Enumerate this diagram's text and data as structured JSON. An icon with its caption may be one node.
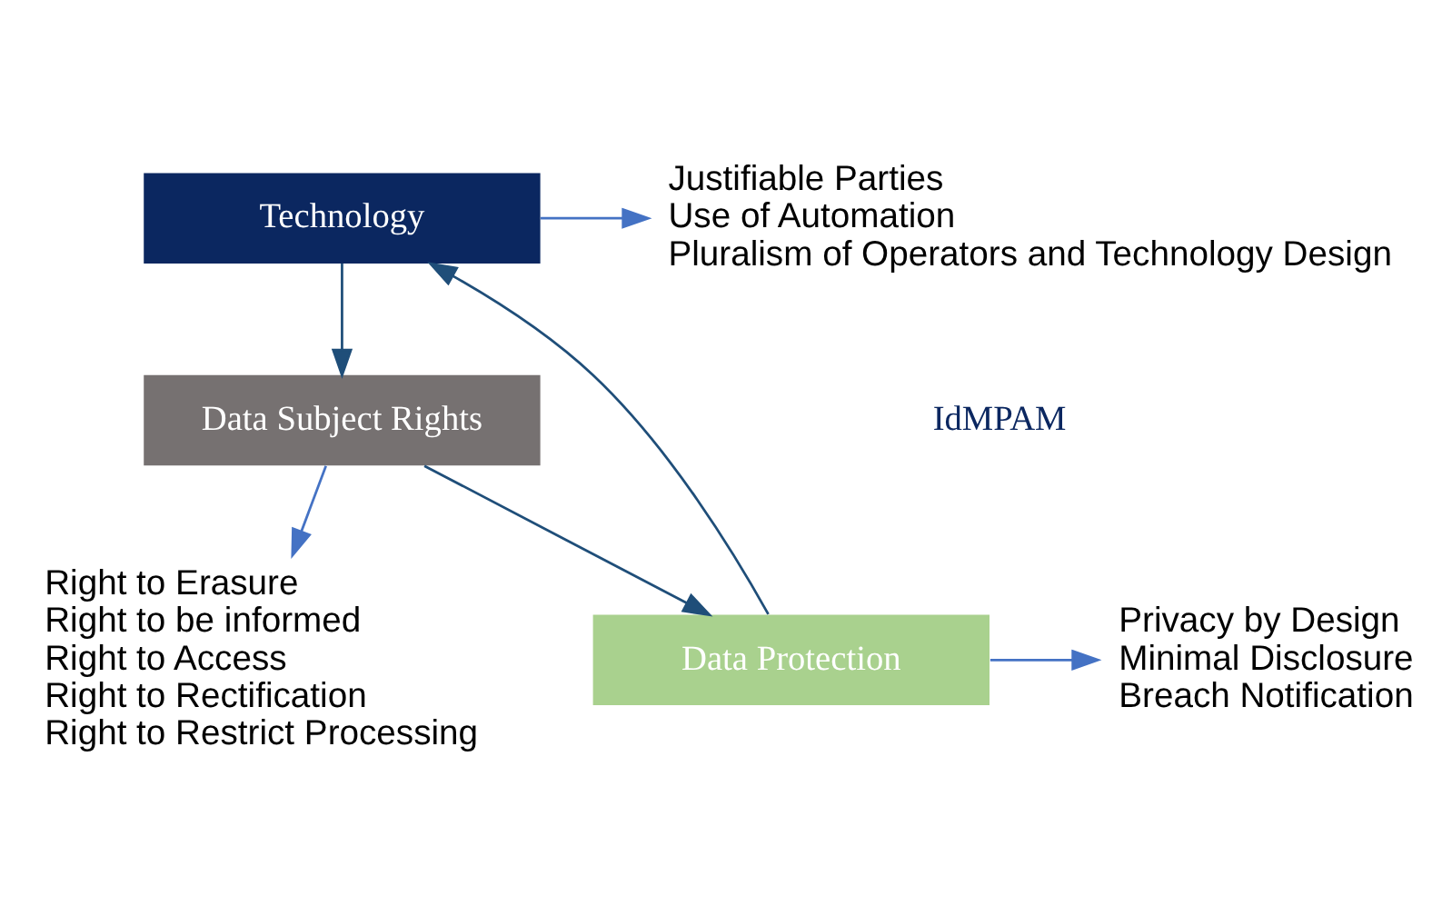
{
  "diagram": {
    "nodes": [
      {
        "text": [
          "Technology"
        ]
      },
      {
        "text": [
          "Justifiable Parties",
          "Use of Automation",
          "Pluralism of Operators and Technology Design"
        ]
      },
      {
        "text": [
          "Data Subject Rights"
        ]
      },
      {
        "text": [
          "Right to Erasure",
          "Right to be informed",
          "Right to Access",
          "Right to Rectification",
          "Right to Restrict Processing"
        ]
      },
      {
        "text": [
          "Data Protection"
        ]
      },
      {
        "text": [
          "Privacy by Design",
          "Minimal Disclosure",
          "Breach Notification"
        ]
      }
    ],
    "edges": [
      {
        "from": 0,
        "to": 1,
        "arrow": "to",
        "color": "#4472c4"
      },
      {
        "from": 0,
        "to": 2,
        "arrow": "to",
        "color": "#1f4e79"
      },
      {
        "from": 2,
        "to": 3,
        "arrow": "to",
        "color": "#4472c4"
      },
      {
        "from": 2,
        "to": 4,
        "arrow": "to",
        "color": "#1f4e79"
      },
      {
        "from": 4,
        "to": 5,
        "arrow": "to",
        "color": "#4472c4"
      },
      {
        "from": 4,
        "to": 0,
        "arrow": "to",
        "color": "#1f4e79"
      }
    ],
    "labels": [
      "IdMPAM"
    ]
  }
}
